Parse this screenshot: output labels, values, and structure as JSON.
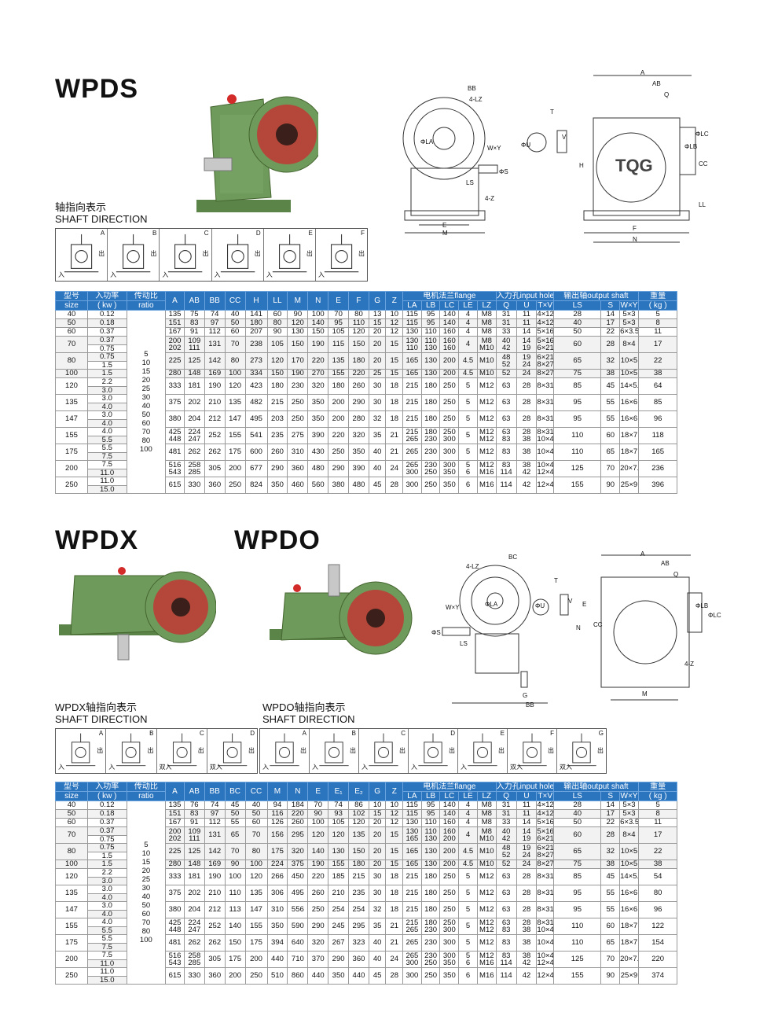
{
  "titles": {
    "wpds": "WPDS",
    "wpdx": "WPDX",
    "wpdo": "WPDO"
  },
  "captions": {
    "wpds_cn": "轴指向表示",
    "wpds_en": "SHAFT DIRECTION",
    "wpdx_cn": "WPDX轴指向表示",
    "wpdx_en": "SHAFT DIRECTION",
    "wpdo_cn": "WPDO轴指向表示",
    "wpdo_en": "SHAFT DIRECTION"
  },
  "brand": "TQG",
  "colors": {
    "header": "#2b74be",
    "gear_body": "#6e9a5c",
    "flange": "#b4473a"
  },
  "diagram1": {
    "labels": [
      "BB",
      "4-LZ",
      "T",
      "ΦLA",
      "W×Y",
      "ΦU",
      "V",
      "ΦS",
      "LS",
      "4-Z",
      "E",
      "M",
      "A",
      "AB",
      "Q",
      "ΦLC",
      "ΦLB",
      "H",
      "CC",
      "LL",
      "F",
      "N"
    ]
  },
  "diagram2": {
    "labels": [
      "BC",
      "4-LZ",
      "T",
      "ΦLA",
      "W×Y",
      "ΦU",
      "V",
      "ΦS",
      "LS",
      "G",
      "BB",
      "A",
      "AB",
      "Q",
      "ΦLB",
      "ΦLC",
      "E",
      "CC",
      "N",
      "4-Z",
      "M"
    ]
  },
  "shaft_dirs_wpds": [
    {
      "letter": "A",
      "in": "入",
      "out": "出"
    },
    {
      "letter": "B",
      "in": "入",
      "out": "出"
    },
    {
      "letter": "C",
      "in": "入",
      "out": "出"
    },
    {
      "letter": "D",
      "in": "入",
      "out": "出"
    },
    {
      "letter": "E",
      "in": "入",
      "out": "出"
    },
    {
      "letter": "F",
      "in": "入",
      "out": "出"
    }
  ],
  "shaft_dirs_wpdx": [
    {
      "letter": "A",
      "in": "入",
      "out": "出"
    },
    {
      "letter": "B",
      "in": "入",
      "out": "出"
    },
    {
      "letter": "C",
      "in": "双入",
      "out": "出"
    },
    {
      "letter": "D",
      "in": "双入",
      "out": "出"
    }
  ],
  "shaft_dirs_wpdo": [
    {
      "letter": "A",
      "in": "入",
      "out": "出"
    },
    {
      "letter": "B",
      "in": "入",
      "out": "出"
    },
    {
      "letter": "C",
      "in": "入",
      "out": "出"
    },
    {
      "letter": "D",
      "in": "入",
      "out": "出"
    },
    {
      "letter": "E",
      "in": "入",
      "out": "出"
    },
    {
      "letter": "F",
      "in": "双入",
      "out": "出"
    },
    {
      "letter": "G",
      "in": "双入",
      "out": "出"
    }
  ],
  "table1": {
    "h1": {
      "size": "型号",
      "power": "入功率",
      "ratio": "传动比",
      "flange": "电机法兰flange",
      "input": "入力孔input hole",
      "output": "输出轴output shaft",
      "weight": "重量"
    },
    "h2": {
      "size": "size",
      "power": "( kw )",
      "ratio": "ratio",
      "weight": "( kg )"
    },
    "cols": [
      "A",
      "AB",
      "BB",
      "CC",
      "H",
      "LL",
      "M",
      "N",
      "E",
      "F",
      "G",
      "Z"
    ],
    "subcols": [
      "LA",
      "LB",
      "LC",
      "LE",
      "LZ",
      "Q",
      "U",
      "T×V",
      "LS",
      "S",
      "W×Y"
    ],
    "ratio": "5\n10\n15\n20\n25\n30\n40\n50\n60\n70\n80\n100",
    "groups": [
      {
        "size": "40",
        "kw": [
          "0.12"
        ],
        "rows": [
          [
            "135",
            "75",
            "74",
            "40",
            "141",
            "60",
            "90",
            "100",
            "70",
            "80",
            "13",
            "10",
            "115",
            "95",
            "140",
            "4",
            "M8",
            "31",
            "11",
            "4×12.8",
            "28",
            "14",
            "5×3",
            "5"
          ]
        ]
      },
      {
        "size": "50",
        "kw": [
          "0.18"
        ],
        "rows": [
          [
            "151",
            "83",
            "97",
            "50",
            "180",
            "80",
            "120",
            "140",
            "95",
            "110",
            "15",
            "12",
            "115",
            "95",
            "140",
            "4",
            "M8",
            "31",
            "11",
            "4×12.8",
            "40",
            "17",
            "5×3",
            "8"
          ]
        ]
      },
      {
        "size": "60",
        "kw": [
          "0.37"
        ],
        "rows": [
          [
            "167",
            "91",
            "112",
            "60",
            "207",
            "90",
            "130",
            "150",
            "105",
            "120",
            "20",
            "12",
            "130",
            "110",
            "160",
            "4",
            "M8",
            "33",
            "14",
            "5×16.3",
            "50",
            "22",
            "6×3.5",
            "11"
          ]
        ]
      },
      {
        "size": "70",
        "kw": [
          "0.37",
          "0.75"
        ],
        "rows": [
          [
            "200 202",
            "109 111",
            "131",
            "70",
            "238",
            "105",
            "150",
            "190",
            "115",
            "150",
            "20",
            "15",
            "130 110",
            "110 130",
            "160 160",
            "4",
            "M8 M10",
            "40 42",
            "14 19",
            "5×16.3 6×21.8",
            "60",
            "28",
            "8×4",
            "17"
          ]
        ]
      },
      {
        "size": "80",
        "kw": [
          "0.75",
          "1.5"
        ],
        "rows": [
          [
            "225",
            "125",
            "142",
            "80",
            "273",
            "120",
            "170",
            "220",
            "135",
            "180",
            "20",
            "15",
            "165",
            "130",
            "200",
            "4.5",
            "M10",
            "48 52",
            "19 24",
            "6×21.8 8×27.3",
            "65",
            "32",
            "10×5",
            "22"
          ]
        ]
      },
      {
        "size": "100",
        "kw": [
          "1.5"
        ],
        "rows": [
          [
            "280",
            "148",
            "169",
            "100",
            "334",
            "150",
            "190",
            "270",
            "155",
            "220",
            "25",
            "15",
            "165",
            "130",
            "200",
            "4.5",
            "M10",
            "52",
            "24",
            "8×27.3",
            "75",
            "38",
            "10×5",
            "38"
          ]
        ]
      },
      {
        "size": "120",
        "kw": [
          "2.2",
          "3.0"
        ],
        "rows": [
          [
            "333",
            "181",
            "190",
            "120",
            "423",
            "180",
            "230",
            "320",
            "180",
            "260",
            "30",
            "18",
            "215",
            "180",
            "250",
            "5",
            "M12",
            "63",
            "28",
            "8×31.3",
            "85",
            "45",
            "14×5.5",
            "64"
          ]
        ]
      },
      {
        "size": "135",
        "kw": [
          "3.0",
          "4.0"
        ],
        "rows": [
          [
            "375",
            "202",
            "210",
            "135",
            "482",
            "215",
            "250",
            "350",
            "200",
            "290",
            "30",
            "18",
            "215",
            "180",
            "250",
            "5",
            "M12",
            "63",
            "28",
            "8×31.3",
            "95",
            "55",
            "16×6",
            "85"
          ]
        ]
      },
      {
        "size": "147",
        "kw": [
          "3.0",
          "4.0"
        ],
        "rows": [
          [
            "380",
            "204",
            "212",
            "147",
            "495",
            "203",
            "250",
            "350",
            "200",
            "280",
            "32",
            "18",
            "215",
            "180",
            "250",
            "5",
            "M12",
            "63",
            "28",
            "8×31.3",
            "95",
            "55",
            "16×6",
            "96"
          ]
        ]
      },
      {
        "size": "155",
        "kw": [
          "4.0",
          "5.5"
        ],
        "rows": [
          [
            "425 448",
            "224 247",
            "252",
            "155",
            "541",
            "235",
            "275",
            "390",
            "220",
            "320",
            "35",
            "21",
            "215 265",
            "180 230",
            "250 300",
            "5",
            "M12 M12",
            "63 83",
            "28 38",
            "8×31.3 10×41.3",
            "110",
            "60",
            "18×7",
            "118"
          ]
        ]
      },
      {
        "size": "175",
        "kw": [
          "5.5",
          "7.5"
        ],
        "rows": [
          [
            "481",
            "262",
            "262",
            "175",
            "600",
            "260",
            "310",
            "430",
            "250",
            "350",
            "40",
            "21",
            "265",
            "230",
            "300",
            "5",
            "M12",
            "83",
            "38",
            "10×41.3",
            "110",
            "65",
            "18×7",
            "165"
          ]
        ]
      },
      {
        "size": "200",
        "kw": [
          "7.5",
          "11.0"
        ],
        "rows": [
          [
            "516 543",
            "258 285",
            "305",
            "200",
            "677",
            "290",
            "360",
            "480",
            "290",
            "390",
            "40",
            "24",
            "265 300",
            "230 250",
            "300 350",
            "5 6",
            "M12 M16",
            "83 114",
            "38 42",
            "10×41.3 12×45.3",
            "125",
            "70",
            "20×7.5",
            "236"
          ]
        ]
      },
      {
        "size": "250",
        "kw": [
          "11.0",
          "15.0"
        ],
        "rows": [
          [
            "615",
            "330",
            "360",
            "250",
            "824",
            "350",
            "460",
            "560",
            "380",
            "480",
            "45",
            "28",
            "300",
            "250",
            "350",
            "6",
            "M16",
            "114",
            "42",
            "12×45.3",
            "155",
            "90",
            "25×9",
            "396"
          ]
        ]
      }
    ]
  },
  "table2": {
    "h1": {
      "size": "型号",
      "power": "入功率",
      "ratio": "传动比",
      "flange": "电机法兰flange",
      "input": "入力孔input hole",
      "output": "输出轴output shaft",
      "weight": "重量"
    },
    "h2": {
      "size": "size",
      "power": "( kw )",
      "ratio": "ratio",
      "weight": "( kg )"
    },
    "cols": [
      "A",
      "AB",
      "BB",
      "BC",
      "CC",
      "M",
      "N",
      "E",
      "E₁",
      "E₂",
      "G",
      "Z"
    ],
    "subcols": [
      "LA",
      "LB",
      "LC",
      "LE",
      "LZ",
      "Q",
      "U",
      "T×V",
      "LS",
      "S",
      "W×Y"
    ],
    "ratio": "5\n10\n15\n20\n25\n30\n40\n50\n60\n70\n80\n100",
    "groups": [
      {
        "size": "40",
        "kw": [
          "0.12"
        ],
        "rows": [
          [
            "135",
            "76",
            "74",
            "45",
            "40",
            "94",
            "184",
            "70",
            "74",
            "86",
            "10",
            "10",
            "115",
            "95",
            "140",
            "4",
            "M8",
            "31",
            "11",
            "4×12.8",
            "28",
            "14",
            "5×3",
            "5"
          ]
        ]
      },
      {
        "size": "50",
        "kw": [
          "0.18"
        ],
        "rows": [
          [
            "151",
            "83",
            "97",
            "50",
            "50",
            "116",
            "220",
            "90",
            "93",
            "102",
            "15",
            "12",
            "115",
            "95",
            "140",
            "4",
            "M8",
            "31",
            "11",
            "4×12.8",
            "40",
            "17",
            "5×3",
            "8"
          ]
        ]
      },
      {
        "size": "60",
        "kw": [
          "0.37"
        ],
        "rows": [
          [
            "167",
            "91",
            "112",
            "55",
            "60",
            "126",
            "260",
            "100",
            "105",
            "120",
            "20",
            "12",
            "130",
            "110",
            "160",
            "4",
            "M8",
            "33",
            "14",
            "5×16.3",
            "50",
            "22",
            "6×3.5",
            "11"
          ]
        ]
      },
      {
        "size": "70",
        "kw": [
          "0.37",
          "0.75"
        ],
        "rows": [
          [
            "200 202",
            "109 111",
            "131",
            "65",
            "70",
            "156",
            "295",
            "120",
            "120",
            "135",
            "20",
            "15",
            "130 165",
            "110 130",
            "160 200",
            "4",
            "M8 M10",
            "40 42",
            "14 19",
            "5×16.3 6×21.8",
            "60",
            "28",
            "8×4",
            "17"
          ]
        ]
      },
      {
        "size": "80",
        "kw": [
          "0.75",
          "1.5"
        ],
        "rows": [
          [
            "225",
            "125",
            "142",
            "70",
            "80",
            "175",
            "320",
            "140",
            "130",
            "150",
            "20",
            "15",
            "165",
            "130",
            "200",
            "4.5",
            "M10",
            "48 52",
            "19 24",
            "6×21.8 8×27.3",
            "65",
            "32",
            "10×5",
            "22"
          ]
        ]
      },
      {
        "size": "100",
        "kw": [
          "1.5"
        ],
        "rows": [
          [
            "280",
            "148",
            "169",
            "90",
            "100",
            "224",
            "375",
            "190",
            "155",
            "180",
            "20",
            "15",
            "165",
            "130",
            "200",
            "4.5",
            "M10",
            "52",
            "24",
            "8×27.3",
            "75",
            "38",
            "10×5",
            "38"
          ]
        ]
      },
      {
        "size": "120",
        "kw": [
          "2.2",
          "3.0"
        ],
        "rows": [
          [
            "333",
            "181",
            "190",
            "100",
            "120",
            "266",
            "450",
            "220",
            "185",
            "215",
            "30",
            "18",
            "215",
            "180",
            "250",
            "5",
            "M12",
            "63",
            "28",
            "8×31.3",
            "85",
            "45",
            "14×5.5",
            "54"
          ]
        ]
      },
      {
        "size": "135",
        "kw": [
          "3.0",
          "4.0"
        ],
        "rows": [
          [
            "375",
            "202",
            "210",
            "110",
            "135",
            "306",
            "495",
            "260",
            "210",
            "235",
            "30",
            "18",
            "215",
            "180",
            "250",
            "5",
            "M12",
            "63",
            "28",
            "8×31.3",
            "95",
            "55",
            "16×6",
            "80"
          ]
        ]
      },
      {
        "size": "147",
        "kw": [
          "3.0",
          "4.0"
        ],
        "rows": [
          [
            "380",
            "204",
            "212",
            "113",
            "147",
            "310",
            "556",
            "250",
            "254",
            "254",
            "32",
            "18",
            "215",
            "180",
            "250",
            "5",
            "M12",
            "63",
            "28",
            "8×31.3",
            "95",
            "55",
            "16×6",
            "96"
          ]
        ]
      },
      {
        "size": "155",
        "kw": [
          "4.0",
          "5.5"
        ],
        "rows": [
          [
            "425 448",
            "224 247",
            "252",
            "140",
            "155",
            "350",
            "590",
            "290",
            "245",
            "295",
            "35",
            "21",
            "215 265",
            "180 230",
            "250 300",
            "5",
            "M12 M12",
            "63 83",
            "28 38",
            "8×31.3 10×41.3",
            "110",
            "60",
            "18×7",
            "122"
          ]
        ]
      },
      {
        "size": "175",
        "kw": [
          "5.5",
          "7.5"
        ],
        "rows": [
          [
            "481",
            "262",
            "262",
            "150",
            "175",
            "394",
            "640",
            "320",
            "267",
            "323",
            "40",
            "21",
            "265",
            "230",
            "300",
            "5",
            "M12",
            "83",
            "38",
            "10×41.3",
            "110",
            "65",
            "18×7",
            "154"
          ]
        ]
      },
      {
        "size": "200",
        "kw": [
          "7.5",
          "11.0"
        ],
        "rows": [
          [
            "516 543",
            "258 285",
            "305",
            "175",
            "200",
            "440",
            "710",
            "370",
            "290",
            "360",
            "40",
            "24",
            "265 300",
            "230 250",
            "300 350",
            "5 6",
            "M12 M16",
            "83 114",
            "38 42",
            "10×41.3 12×45.3",
            "125",
            "70",
            "20×7.5",
            "220"
          ]
        ]
      },
      {
        "size": "250",
        "kw": [
          "11.0",
          "15.0"
        ],
        "rows": [
          [
            "615",
            "330",
            "360",
            "200",
            "250",
            "510",
            "860",
            "440",
            "350",
            "440",
            "45",
            "28",
            "300",
            "250",
            "350",
            "6",
            "M16",
            "114",
            "42",
            "12×45.3",
            "155",
            "90",
            "25×9",
            "374"
          ]
        ]
      }
    ]
  }
}
